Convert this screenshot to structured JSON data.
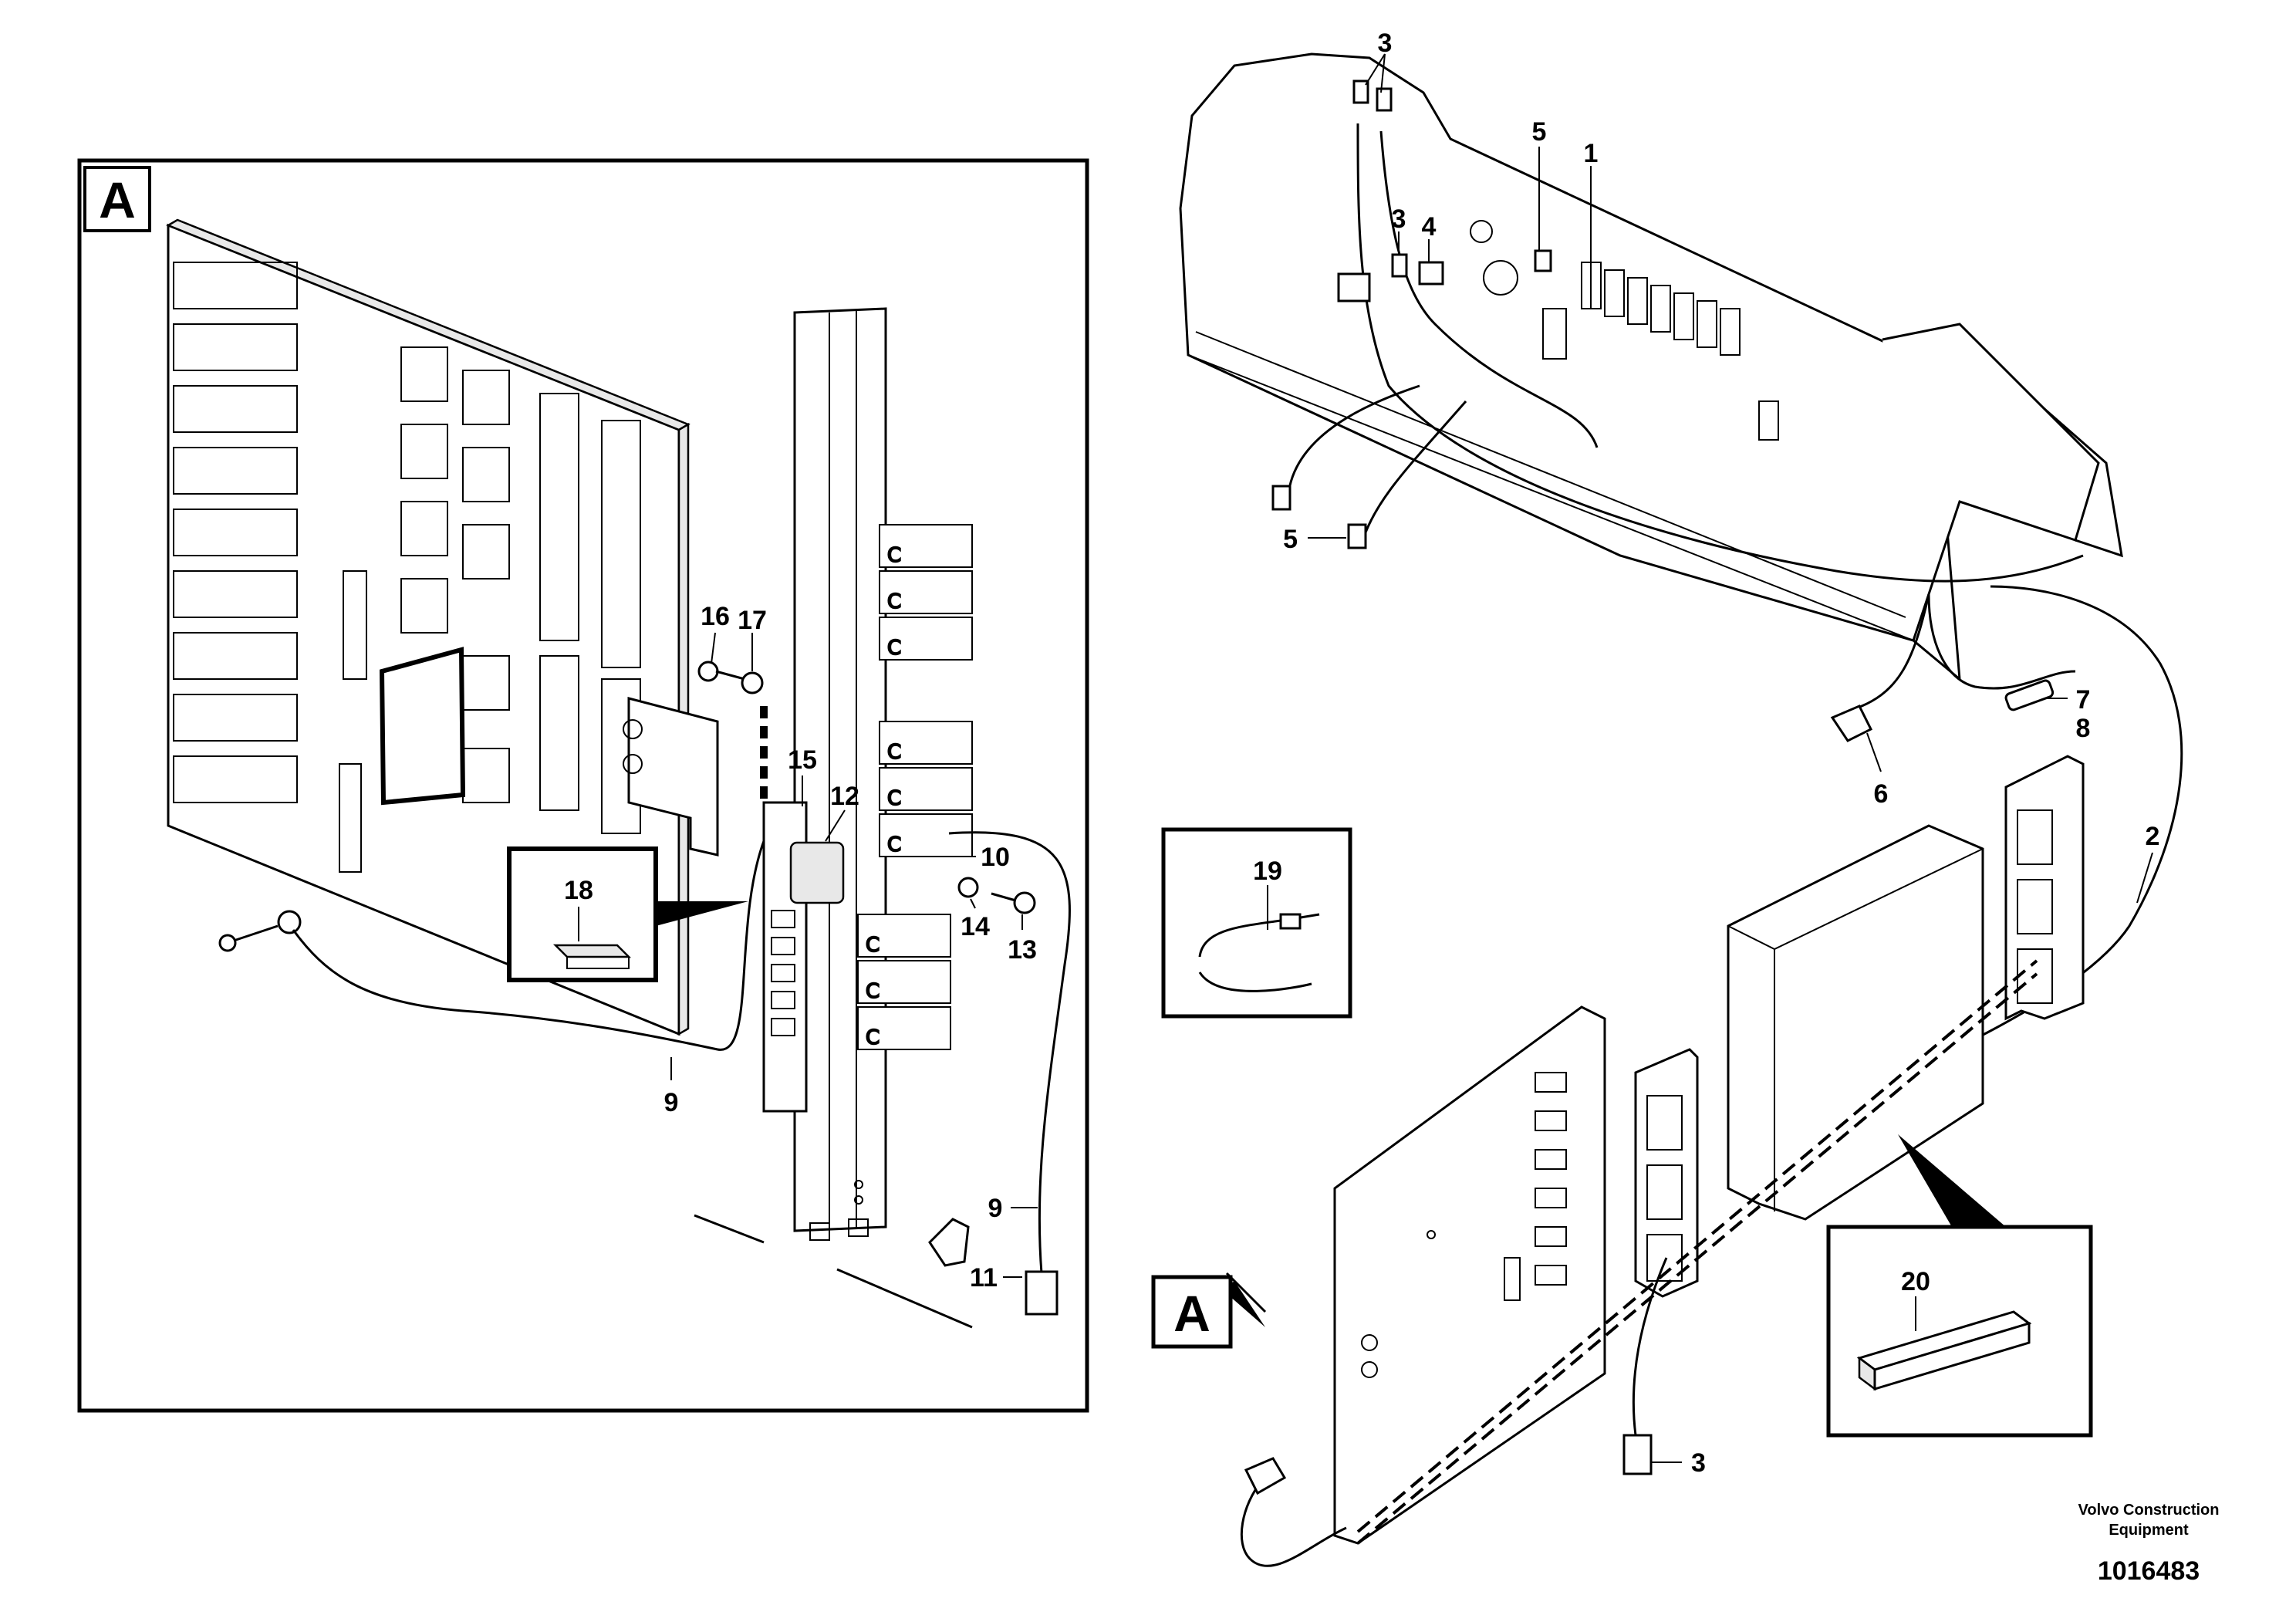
{
  "callouts": {
    "n1": "1",
    "n2": "2",
    "n3": "3",
    "n4": "4",
    "n5": "5",
    "n6": "6",
    "n7": "7",
    "n8": "8",
    "n9": "9",
    "n10": "10",
    "n11": "11",
    "n12": "12",
    "n13": "13",
    "n14": "14",
    "n15": "15",
    "n16": "16",
    "n17": "17",
    "n18": "18",
    "n19": "19",
    "n20": "20"
  },
  "detail_letter": "A",
  "credit": {
    "line1": "Volvo Construction",
    "line2": "Equipment"
  },
  "doc_number": "1016483"
}
